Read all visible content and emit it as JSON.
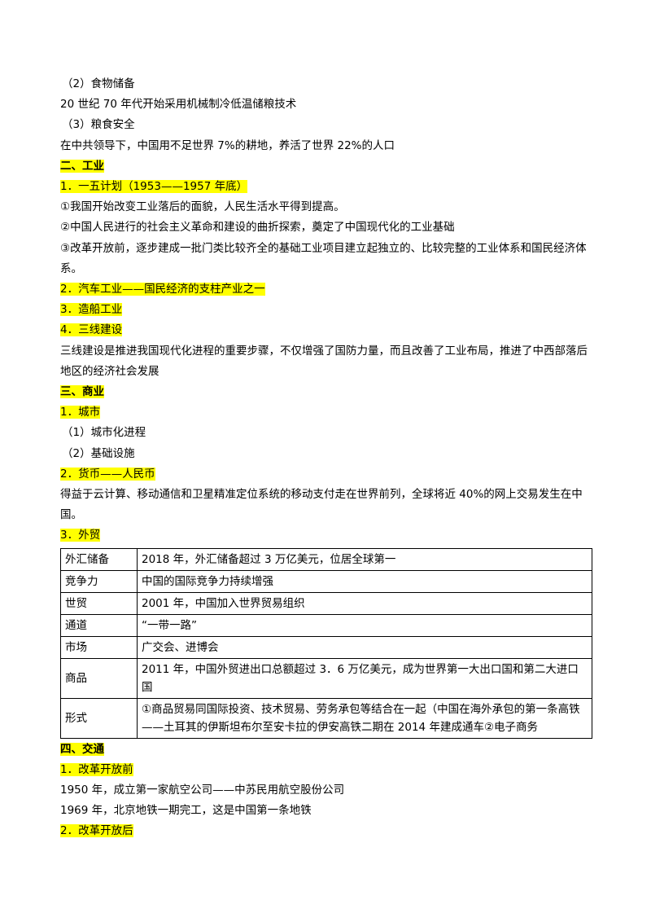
{
  "lines_top": [
    "（2）食物储备",
    "20 世纪 70 年代开始采用机械制冷低温储粮技术",
    "（3）粮食安全",
    "在中共领导下，中国用不足世界 7%的耕地，养活了世界 22%的人口"
  ],
  "industry": {
    "heading": "二、工业",
    "item1_title": "1．一五计划（1953——1957 年底）",
    "item1_points": [
      "①我国开始改变工业落后的面貌，人民生活水平得到提高。",
      "②中国人民进行的社会主义革命和建设的曲折探索，奠定了中国现代化的工业基础",
      "③改革开放前，逐步建成一批门类比较齐全的基础工业项目建立起独立的、比较完整的工业体系和国民经济体系。"
    ],
    "item2_title": "2．汽车工业——国民经济的支柱产业之一",
    "item3_title": "3．造船工业",
    "item4_title": "4．三线建设",
    "item4_text": "三线建设是推进我国现代化进程的重要步骤，不仅增强了国防力量，而且改善了工业布局，推进了中西部落后地区的经济社会发展"
  },
  "commerce": {
    "heading": "三、商业",
    "item1_title": "1．城市",
    "item1_sub1": "（1）城市化进程",
    "item1_sub2": "（2）基础设施",
    "item2_title": "2．货币——人民币",
    "item2_text": "得益于云计算、移动通信和卫星精准定位系统的移动支付走在世界前列，全球将近 40%的网上交易发生在中国。",
    "item3_title": "3．外贸",
    "trade_table": [
      {
        "label": "外汇储备",
        "value": "2018 年，外汇储备超过 3 万亿美元，位居全球第一"
      },
      {
        "label": "竞争力",
        "value": "中国的国际竞争力持续增强"
      },
      {
        "label": "世贸",
        "value": "2001 年，中国加入世界贸易组织"
      },
      {
        "label": "通道",
        "value": "“一带一路”"
      },
      {
        "label": "市场",
        "value": "广交会、进博会"
      },
      {
        "label": "商品",
        "value": "2011 年，中国外贸进出口总额超过 3．6 万亿美元，成为世界第一大出口国和第二大进口国"
      },
      {
        "label": "形式",
        "value": "①商品贸易同国际投资、技术贸易、劳务承包等结合在一起（中国在海外承包的第一条高铁——土耳其的伊斯坦布尔至安卡拉的伊安高铁二期在 2014 年建成通车②电子商务"
      }
    ]
  },
  "transport": {
    "heading": "四、交通",
    "item1_title": "1．改革开放前",
    "item1_lines": [
      "1950 年，成立第一家航空公司——中苏民用航空股份公司",
      "1969 年，北京地铁一期完工，这是中国第一条地铁"
    ],
    "item2_title": "2．改革开放后"
  }
}
